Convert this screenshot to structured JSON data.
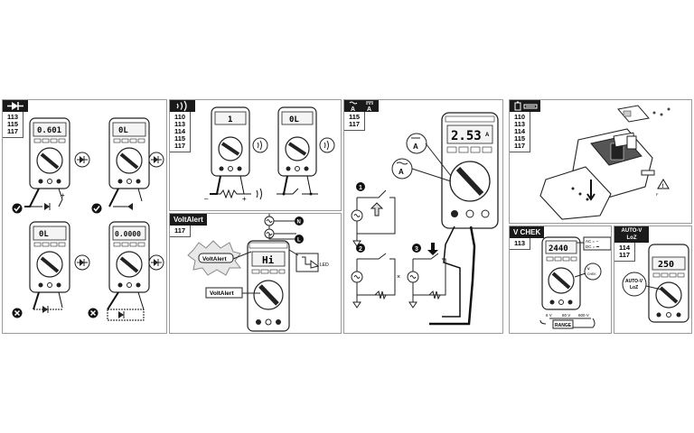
{
  "diode_panel": {
    "header_icon": "diode-icon",
    "models": [
      "113",
      "115",
      "117"
    ],
    "meter_readings": [
      "0.601",
      "0L",
      "0L",
      "0.0000"
    ],
    "result_icons": [
      "check-icon",
      "check-icon",
      "cross-icon",
      "cross-icon"
    ],
    "plus_label": "+",
    "minus_label": "–"
  },
  "continuity_panel": {
    "header_icon": "continuity-icon",
    "models": [
      "110",
      "113",
      "114",
      "115",
      "117"
    ],
    "meter_readings": [
      "1",
      "0L"
    ]
  },
  "voltalert_panel": {
    "header": "VoltAlert",
    "models": [
      "117"
    ],
    "meter_reading": "Hi",
    "bubble_label": "VoltAlert",
    "box_label": "VoltAlert",
    "n_label": "N",
    "l_label": "L"
  },
  "current_panel": {
    "header_icon": "ac-dc-amps-icon",
    "models": [
      "115",
      "117"
    ],
    "meter_reading": "2.53",
    "unit_label": "A",
    "step_labels": [
      "1",
      "2",
      "3"
    ]
  },
  "battery_panel": {
    "header_icon": "battery-fuse-icon",
    "models": [
      "110",
      "113",
      "114",
      "115",
      "117"
    ]
  },
  "vcheck_panel": {
    "header": "V CHEK",
    "models": [
      "113"
    ],
    "meter_reading": "2440",
    "ac_label": "AC = ~",
    "dc_label": "DC = ⎓",
    "range_labels": [
      "6 V",
      "60 V",
      "600 V"
    ],
    "range_button": "RANGE"
  },
  "autov_panel": {
    "header_line1": "AUTO-V",
    "header_line2": "LoZ",
    "models": [
      "114",
      "117"
    ],
    "meter_reading": "250",
    "callout_line1": "AUTO-V",
    "callout_line2": "LoZ"
  }
}
